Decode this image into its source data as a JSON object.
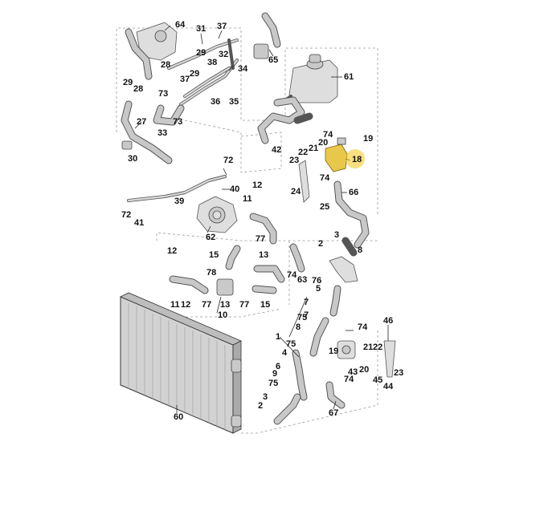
{
  "highlight": {
    "color": "#f5c518"
  },
  "callouts": [
    {
      "id": "c64",
      "text": "64"
    },
    {
      "id": "c31",
      "text": "31"
    },
    {
      "id": "c37a",
      "text": "37"
    },
    {
      "id": "c29a",
      "text": "29"
    },
    {
      "id": "c28a",
      "text": "28"
    },
    {
      "id": "c32",
      "text": "32"
    },
    {
      "id": "c29b",
      "text": "29"
    },
    {
      "id": "c38",
      "text": "38"
    },
    {
      "id": "c34",
      "text": "34"
    },
    {
      "id": "c37b",
      "text": "37"
    },
    {
      "id": "c65",
      "text": "65"
    },
    {
      "id": "c61",
      "text": "61"
    },
    {
      "id": "c29c",
      "text": "29"
    },
    {
      "id": "c28b",
      "text": "28"
    },
    {
      "id": "c73a",
      "text": "73"
    },
    {
      "id": "c73b",
      "text": "73"
    },
    {
      "id": "c33",
      "text": "33"
    },
    {
      "id": "c36",
      "text": "36"
    },
    {
      "id": "c35",
      "text": "35"
    },
    {
      "id": "c27",
      "text": "27"
    },
    {
      "id": "c30",
      "text": "30"
    },
    {
      "id": "c42",
      "text": "42"
    },
    {
      "id": "c74a",
      "text": "74"
    },
    {
      "id": "c19a",
      "text": "19"
    },
    {
      "id": "c20a",
      "text": "20"
    },
    {
      "id": "c21a",
      "text": "21"
    },
    {
      "id": "c22a",
      "text": "22"
    },
    {
      "id": "c23a",
      "text": "23"
    },
    {
      "id": "c18",
      "text": "18"
    },
    {
      "id": "c74b",
      "text": "74"
    },
    {
      "id": "c24",
      "text": "24"
    },
    {
      "id": "c66",
      "text": "66"
    },
    {
      "id": "c25",
      "text": "25"
    },
    {
      "id": "c72a",
      "text": "72"
    },
    {
      "id": "c40",
      "text": "40"
    },
    {
      "id": "c12a",
      "text": "12"
    },
    {
      "id": "c11a",
      "text": "11"
    },
    {
      "id": "c39",
      "text": "39"
    },
    {
      "id": "c72b",
      "text": "72"
    },
    {
      "id": "c41",
      "text": "41"
    },
    {
      "id": "c62",
      "text": "62"
    },
    {
      "id": "c77a",
      "text": "77"
    },
    {
      "id": "c3a",
      "text": "3"
    },
    {
      "id": "c2a",
      "text": "2"
    },
    {
      "id": "c8a",
      "text": "8"
    },
    {
      "id": "c12b",
      "text": "12"
    },
    {
      "id": "c15a",
      "text": "15"
    },
    {
      "id": "c13a",
      "text": "13"
    },
    {
      "id": "c74c",
      "text": "74"
    },
    {
      "id": "c63",
      "text": "63"
    },
    {
      "id": "c76",
      "text": "76"
    },
    {
      "id": "c5",
      "text": "5"
    },
    {
      "id": "c78",
      "text": "78"
    },
    {
      "id": "c7a",
      "text": "7"
    },
    {
      "id": "c11b",
      "text": "11"
    },
    {
      "id": "c12c",
      "text": "12"
    },
    {
      "id": "c77b",
      "text": "77"
    },
    {
      "id": "c13b",
      "text": "13"
    },
    {
      "id": "c77c",
      "text": "77"
    },
    {
      "id": "c15b",
      "text": "15"
    },
    {
      "id": "c10",
      "text": "10"
    },
    {
      "id": "c7b",
      "text": "7"
    },
    {
      "id": "c75a",
      "text": "75"
    },
    {
      "id": "c8b",
      "text": "8"
    },
    {
      "id": "c74d",
      "text": "74"
    },
    {
      "id": "c46",
      "text": "46"
    },
    {
      "id": "c1",
      "text": "1"
    },
    {
      "id": "c75b",
      "text": "75"
    },
    {
      "id": "c4",
      "text": "4"
    },
    {
      "id": "c6",
      "text": "6"
    },
    {
      "id": "c9",
      "text": "9"
    },
    {
      "id": "c75c",
      "text": "75"
    },
    {
      "id": "c3b",
      "text": "3"
    },
    {
      "id": "c2b",
      "text": "2"
    },
    {
      "id": "c19b",
      "text": "19"
    },
    {
      "id": "c21b",
      "text": "21"
    },
    {
      "id": "c22b",
      "text": "22"
    },
    {
      "id": "c43",
      "text": "43"
    },
    {
      "id": "c20b",
      "text": "20"
    },
    {
      "id": "c23b",
      "text": "23"
    },
    {
      "id": "c74e",
      "text": "74"
    },
    {
      "id": "c45",
      "text": "45"
    },
    {
      "id": "c44",
      "text": "44"
    },
    {
      "id": "c67",
      "text": "67"
    },
    {
      "id": "c60",
      "text": "60"
    }
  ]
}
